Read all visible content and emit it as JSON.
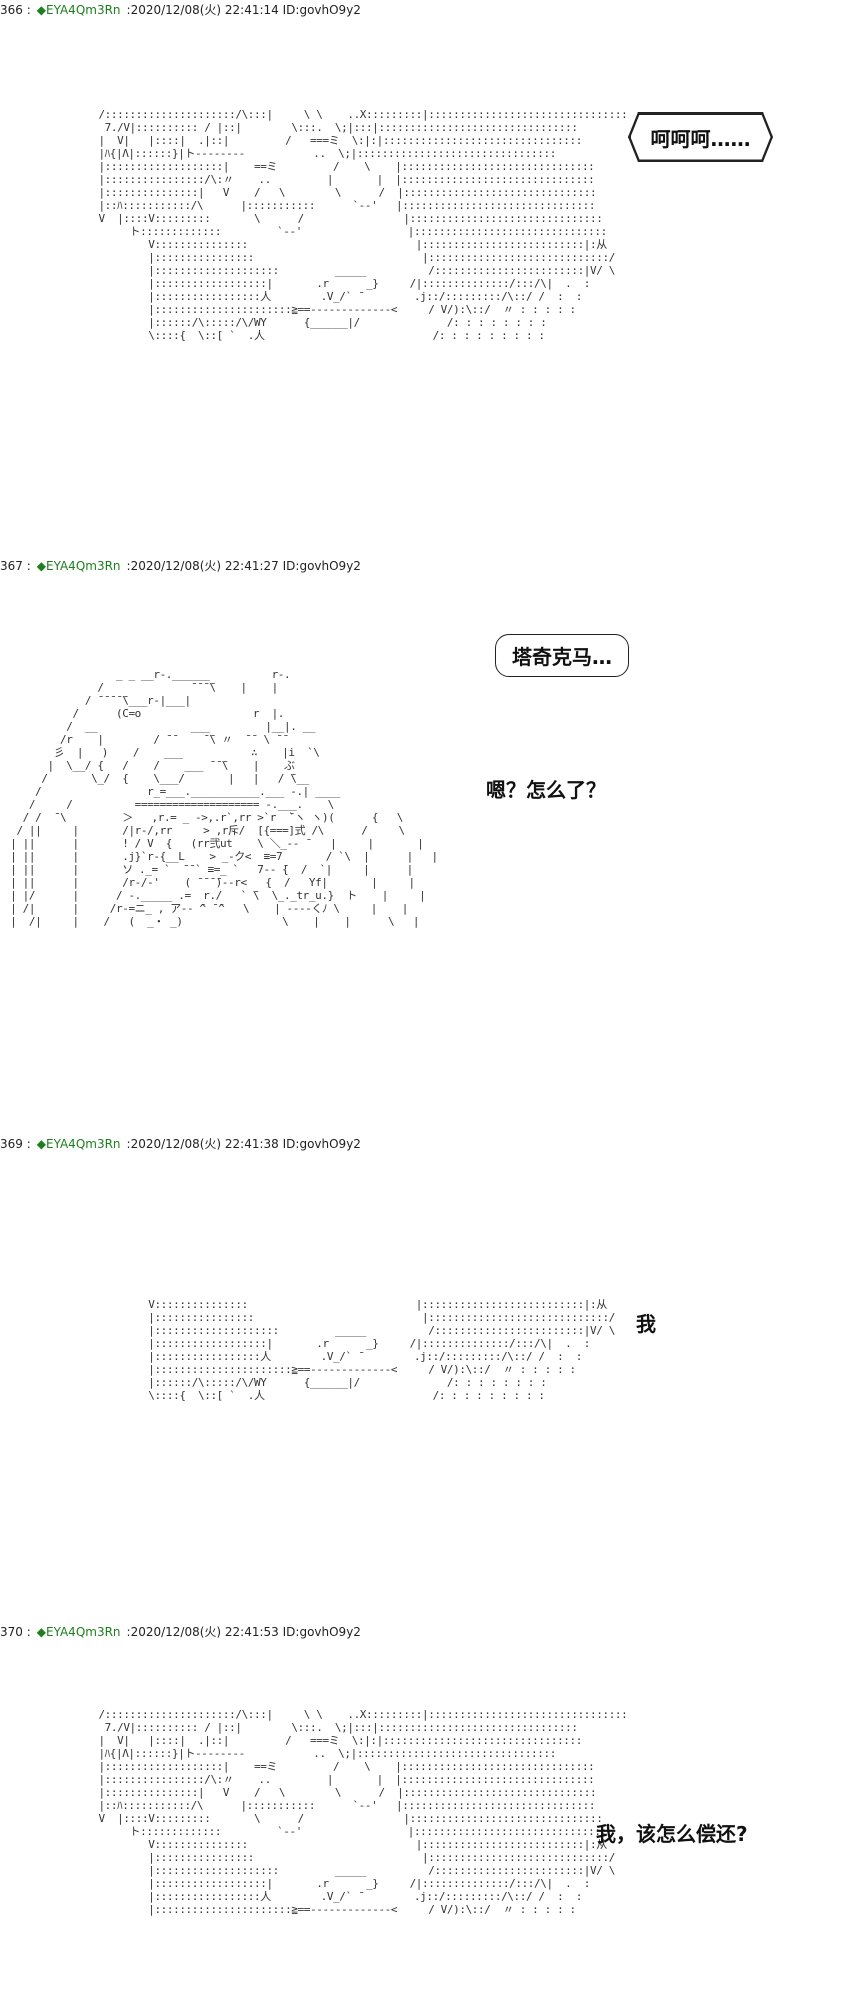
{
  "posts": [
    {
      "number": "366 :",
      "name": "◆EYA4Qm3Rn",
      "meta": ":2020/12/08(火) 22:41:14 ID:govhO9y2",
      "speech": "呵呵呵……"
    },
    {
      "number": "367 :",
      "name": "◆EYA4Qm3Rn",
      "meta": ":2020/12/08(火) 22:41:27 ID:govhO9y2",
      "speech": "塔奇克马…",
      "speech2": "嗯？怎么了？"
    },
    {
      "number": "369 :",
      "name": "◆EYA4Qm3Rn",
      "meta": ":2020/12/08(火) 22:41:38 ID:govhO9y2",
      "speech": "我"
    },
    {
      "number": "370 :",
      "name": "◆EYA4Qm3Rn",
      "meta": ":2020/12/08(火) 22:41:53 ID:govhO9y2",
      "speech": "我，该怎么偿还?"
    }
  ]
}
